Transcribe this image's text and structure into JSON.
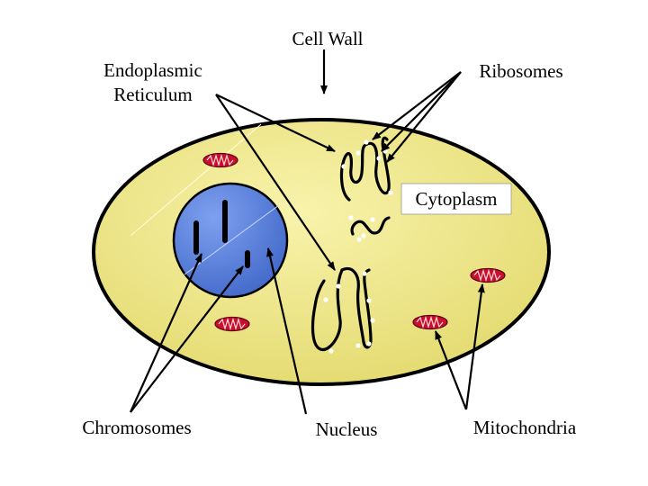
{
  "labels": {
    "cell_wall": "Cell Wall",
    "er_line1": "Endoplasmic",
    "er_line2": "Reticulum",
    "ribosomes": "Ribosomes",
    "cytoplasm": "Cytoplasm",
    "chromosomes": "Chromosomes",
    "nucleus": "Nucleus",
    "mitochondria": "Mitochondria"
  },
  "colors": {
    "cytoplasm_fill": "#f4ee9a",
    "cell_wall_outline": "#000000",
    "nucleus_fill": "#4f7ad8",
    "mitochondria_fill": "#c8102e",
    "chromosome_fill": "#000000",
    "ribosome_fill": "#ffffff"
  }
}
